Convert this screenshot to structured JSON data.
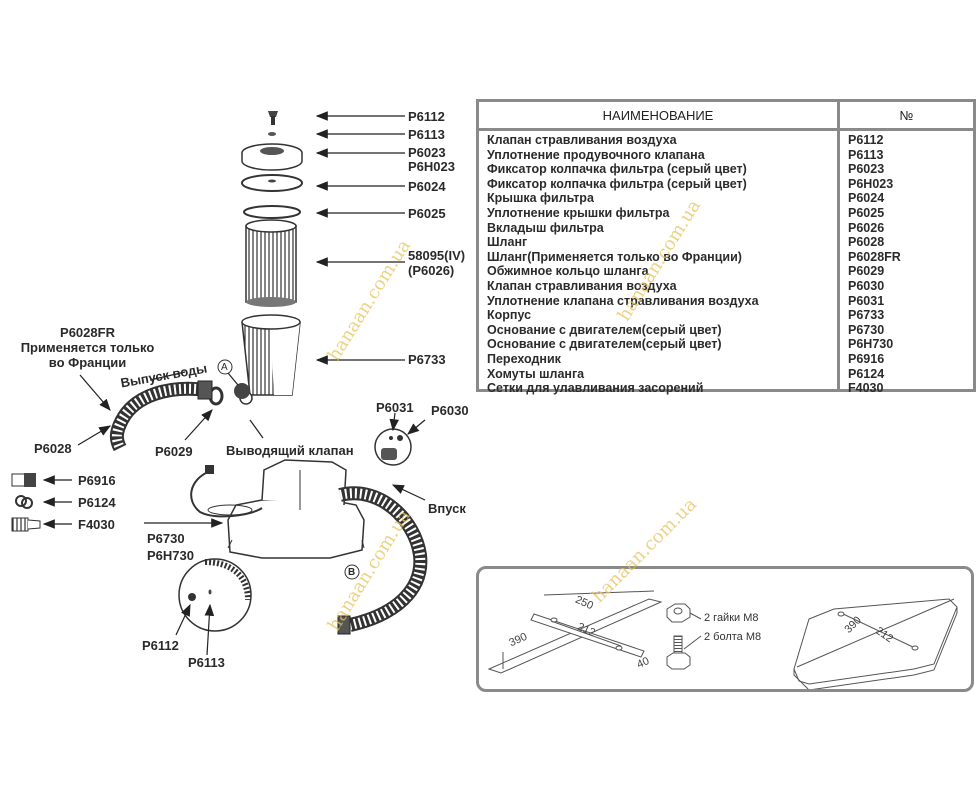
{
  "table": {
    "header_name": "НАИМЕНОВАНИЕ",
    "header_number": "№",
    "rows": [
      {
        "name": "Клапан стравливания воздуха",
        "number": "P6112"
      },
      {
        "name": "Уплотнение продувочного клапана",
        "number": "P6113"
      },
      {
        "name": "Фиксатор колпачка фильтра (серый цвет)",
        "number": "P6023"
      },
      {
        "name": "Фиксатор колпачка фильтра (серый цвет)",
        "number": "P6H023"
      },
      {
        "name": "Крышка фильтра",
        "number": "P6024"
      },
      {
        "name": "Уплотнение крышки фильтра",
        "number": "P6025"
      },
      {
        "name": "Вкладыш фильтра",
        "number": "P6026"
      },
      {
        "name": "Шланг",
        "number": "P6028"
      },
      {
        "name": "Шланг(Применяется только во Франции)",
        "number": "P6028FR"
      },
      {
        "name": "Обжимное кольцо шланга",
        "number": "P6029"
      },
      {
        "name": "Клапан стравливания воздуха",
        "number": "P6030"
      },
      {
        "name": "Уплотнение клапана стравливания воздуха",
        "number": "P6031"
      },
      {
        "name": "Корпус",
        "number": "P6733"
      },
      {
        "name": "Основание с двигателем(серый цвет)",
        "number": "P6730"
      },
      {
        "name": "Основание с двигателем(серый цвет)",
        "number": "P6H730"
      },
      {
        "name": "Переходник",
        "number": "P6916"
      },
      {
        "name": "Хомуты шланга",
        "number": "P6124"
      },
      {
        "name": "Сетки для улавливания засорений",
        "number": "F4030"
      }
    ]
  },
  "diagram": {
    "callouts": {
      "p6112_top": "P6112",
      "p6113_top": "P6113",
      "p6023": "P6023",
      "p6h023": "P6H023",
      "p6024": "P6024",
      "p6025": "P6025",
      "cartridge_line1": "58095(IV)",
      "cartridge_line2": "(P6026)",
      "p6733": "P6733",
      "p6028fr": "P6028FR",
      "france_line1": "Применяется только",
      "france_line2": "во Франции",
      "water_outlet": "Выпуск воды",
      "marker_a": "A",
      "marker_b": "B",
      "p6028": "P6028",
      "p6029": "P6029",
      "outlet_valve": "Выводящий клапан",
      "p6031": "P6031",
      "p6030": "P6030",
      "inlet": "Впуск",
      "p6916": "P6916",
      "p6124": "P6124",
      "f4030": "F4030",
      "p6730": "P6730",
      "p6h730": "P6H730",
      "p6112_bottom": "P6112",
      "p6113_bottom": "P6113"
    }
  },
  "mounting": {
    "dim_250": "250",
    "dim_212_left": "212",
    "dim_390_left": "390",
    "dim_40": "40",
    "nuts_label": "2 гайки М8",
    "bolts_label": "2 болта М8",
    "dim_390_right": "390",
    "dim_212_right": "212"
  },
  "watermark": "hanaan.com.ua",
  "colors": {
    "border": "#8a8a8a",
    "text": "#2a2a2a",
    "watermark": "#e8c45a"
  }
}
